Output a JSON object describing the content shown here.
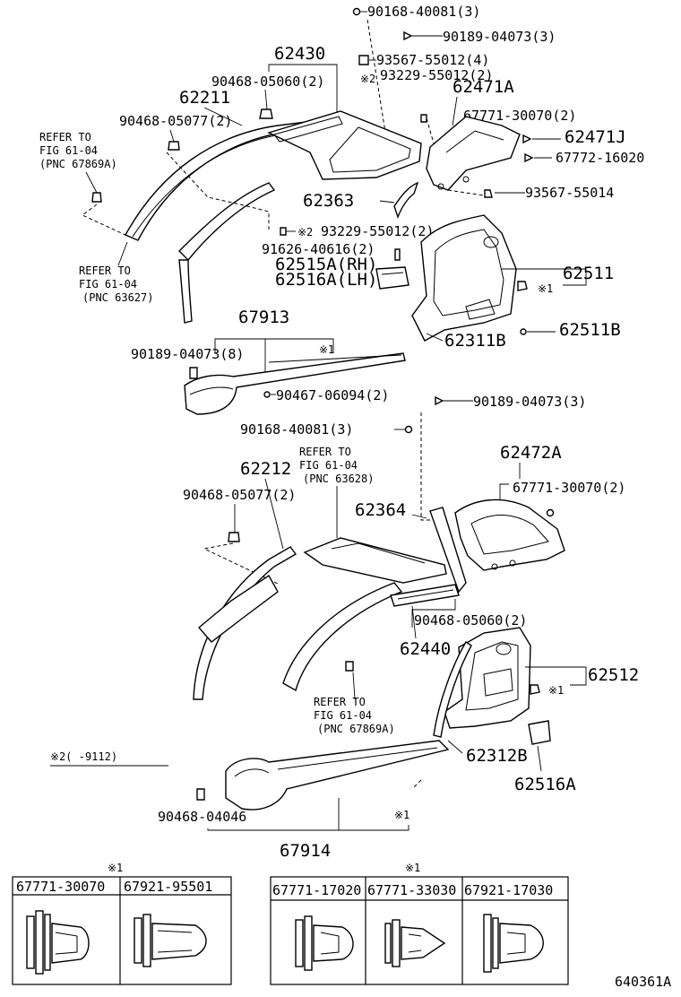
{
  "labels": {
    "p90168_40081_3a": "90168-40081(3)",
    "p90189_04073_3a": "90189-04073(3)",
    "p62430": "62430",
    "p93567_55012_4": "93567-55012(4)",
    "p93229_55012_2a": "93229-55012(2)",
    "p90468_05060_2a": "90468-05060(2)",
    "p62471A": "62471A",
    "p62211": "62211",
    "p90468_05077_2a": "90468-05077(2)",
    "p67771_30070_2a": "67771-30070(2)",
    "p62471J": "62471J",
    "p67772_16020": "67772-16020",
    "p93567_55014": "93567-55014",
    "p62363": "62363",
    "p93229_55012_2b": "93229-55012(2)",
    "p91626_40616_2": "91626-40616(2)",
    "p62515A": "62515A(RH)",
    "p62516A_LH": "62516A(LH)",
    "p62511": "62511",
    "p62511B": "62511B",
    "p62311B": "62311B",
    "p67913": "67913",
    "p90189_04073_8": "90189-04073(8)",
    "p90467_06094_2": "90467-06094(2)",
    "p90189_04073_3b": "90189-04073(3)",
    "p90168_40081_3b": "90168-40081(3)",
    "p62472A": "62472A",
    "p62212": "62212",
    "p67771_30070_2b": "67771-30070(2)",
    "p90468_05077_2b": "90468-05077(2)",
    "p62364": "62364",
    "p90468_05060_2b": "90468-05060(2)",
    "p62440": "62440",
    "p62512": "62512",
    "p62312B": "62312B",
    "p62516A": "62516A",
    "p90468_04046": "90468-04046",
    "p67914": "67914"
  },
  "refer_notes": {
    "ref1": [
      "REFER TO",
      "FIG 61-04",
      "(PNC 67869A)"
    ],
    "ref2": [
      "REFER TO",
      "FIG 61-04",
      "(PNC 63627)"
    ],
    "ref3": [
      "REFER TO",
      "FIG 61-04",
      "(PNC 63628)"
    ],
    "ref4": [
      "REFER TO",
      "FIG 61-04",
      "(PNC 67869A)"
    ]
  },
  "marks": {
    "note1": "※1",
    "note2": "※2",
    "note2_range": "※2(    -9112)"
  },
  "fastener_tables": {
    "left": {
      "mark": "※1",
      "headers": [
        "67771-30070",
        "67921-95501"
      ]
    },
    "right": {
      "mark": "※1",
      "headers": [
        "67771-17020",
        "67771-33030",
        "67921-17030"
      ]
    }
  },
  "figure_code": "640361A"
}
